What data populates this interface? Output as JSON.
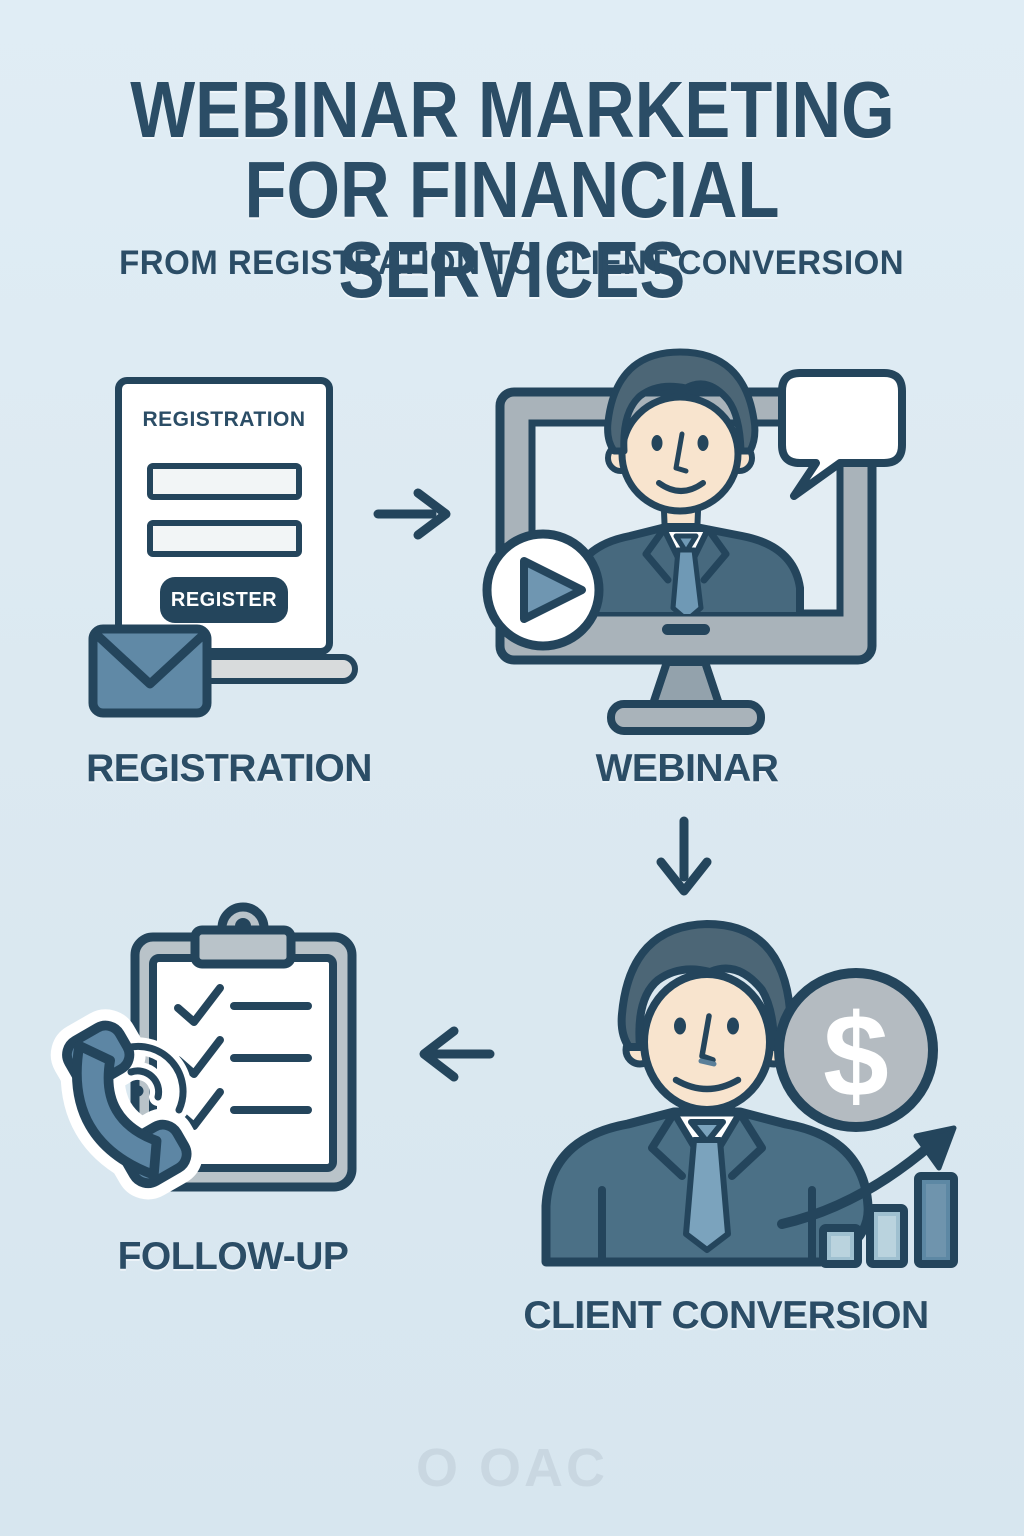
{
  "poster": {
    "title_line1": "WEBINAR MARKETING",
    "title_line2": "FOR FINANCIAL SERVICES",
    "subtitle": "FROM REGISTRATION TO CLIENT CONVERSION",
    "watermark": "O OAC"
  },
  "steps": [
    {
      "id": "registration",
      "label": "REGISTRATION"
    },
    {
      "id": "webinar",
      "label": "WEBINAR"
    },
    {
      "id": "client_conversion",
      "label": "CLIENT CONVERSION"
    },
    {
      "id": "follow_up",
      "label": "FOLLOW-UP"
    }
  ],
  "registration_form": {
    "title": "REGISTRATION",
    "fields": [
      "",
      ""
    ],
    "button_label": "REGISTER"
  },
  "client_conversion": {
    "coin_symbol": "$"
  },
  "flow_arrows": [
    {
      "from": "registration",
      "to": "webinar",
      "direction": "right"
    },
    {
      "from": "webinar",
      "to": "client_conversion",
      "direction": "down"
    },
    {
      "from": "client_conversion",
      "to": "follow_up",
      "direction": "left"
    }
  ],
  "icons": [
    "registration-form-icon",
    "email-envelope-icon",
    "webinar-monitor-icon",
    "presenter-avatar",
    "speech-bubble-icon",
    "play-button-icon",
    "advisor-avatar",
    "dollar-coin-icon",
    "growth-chart-icon",
    "clipboard-checklist-icon",
    "phone-handset-icon"
  ],
  "colors": {
    "background": "#dce9f1",
    "outline_navy": "#24455c",
    "text_navy": "#2b4d66",
    "steel_blue": "#6089a6",
    "suit_blue": "#47697e",
    "monitor_gray": "#a9b3ba",
    "light_gray": "#d8dbdc",
    "clipboard_gray": "#b9c3c9",
    "coin_gray": "#b4bbc1",
    "skin": "#f8e4ce",
    "hair": "#4c6676",
    "watermark": "#c9d7e1"
  }
}
